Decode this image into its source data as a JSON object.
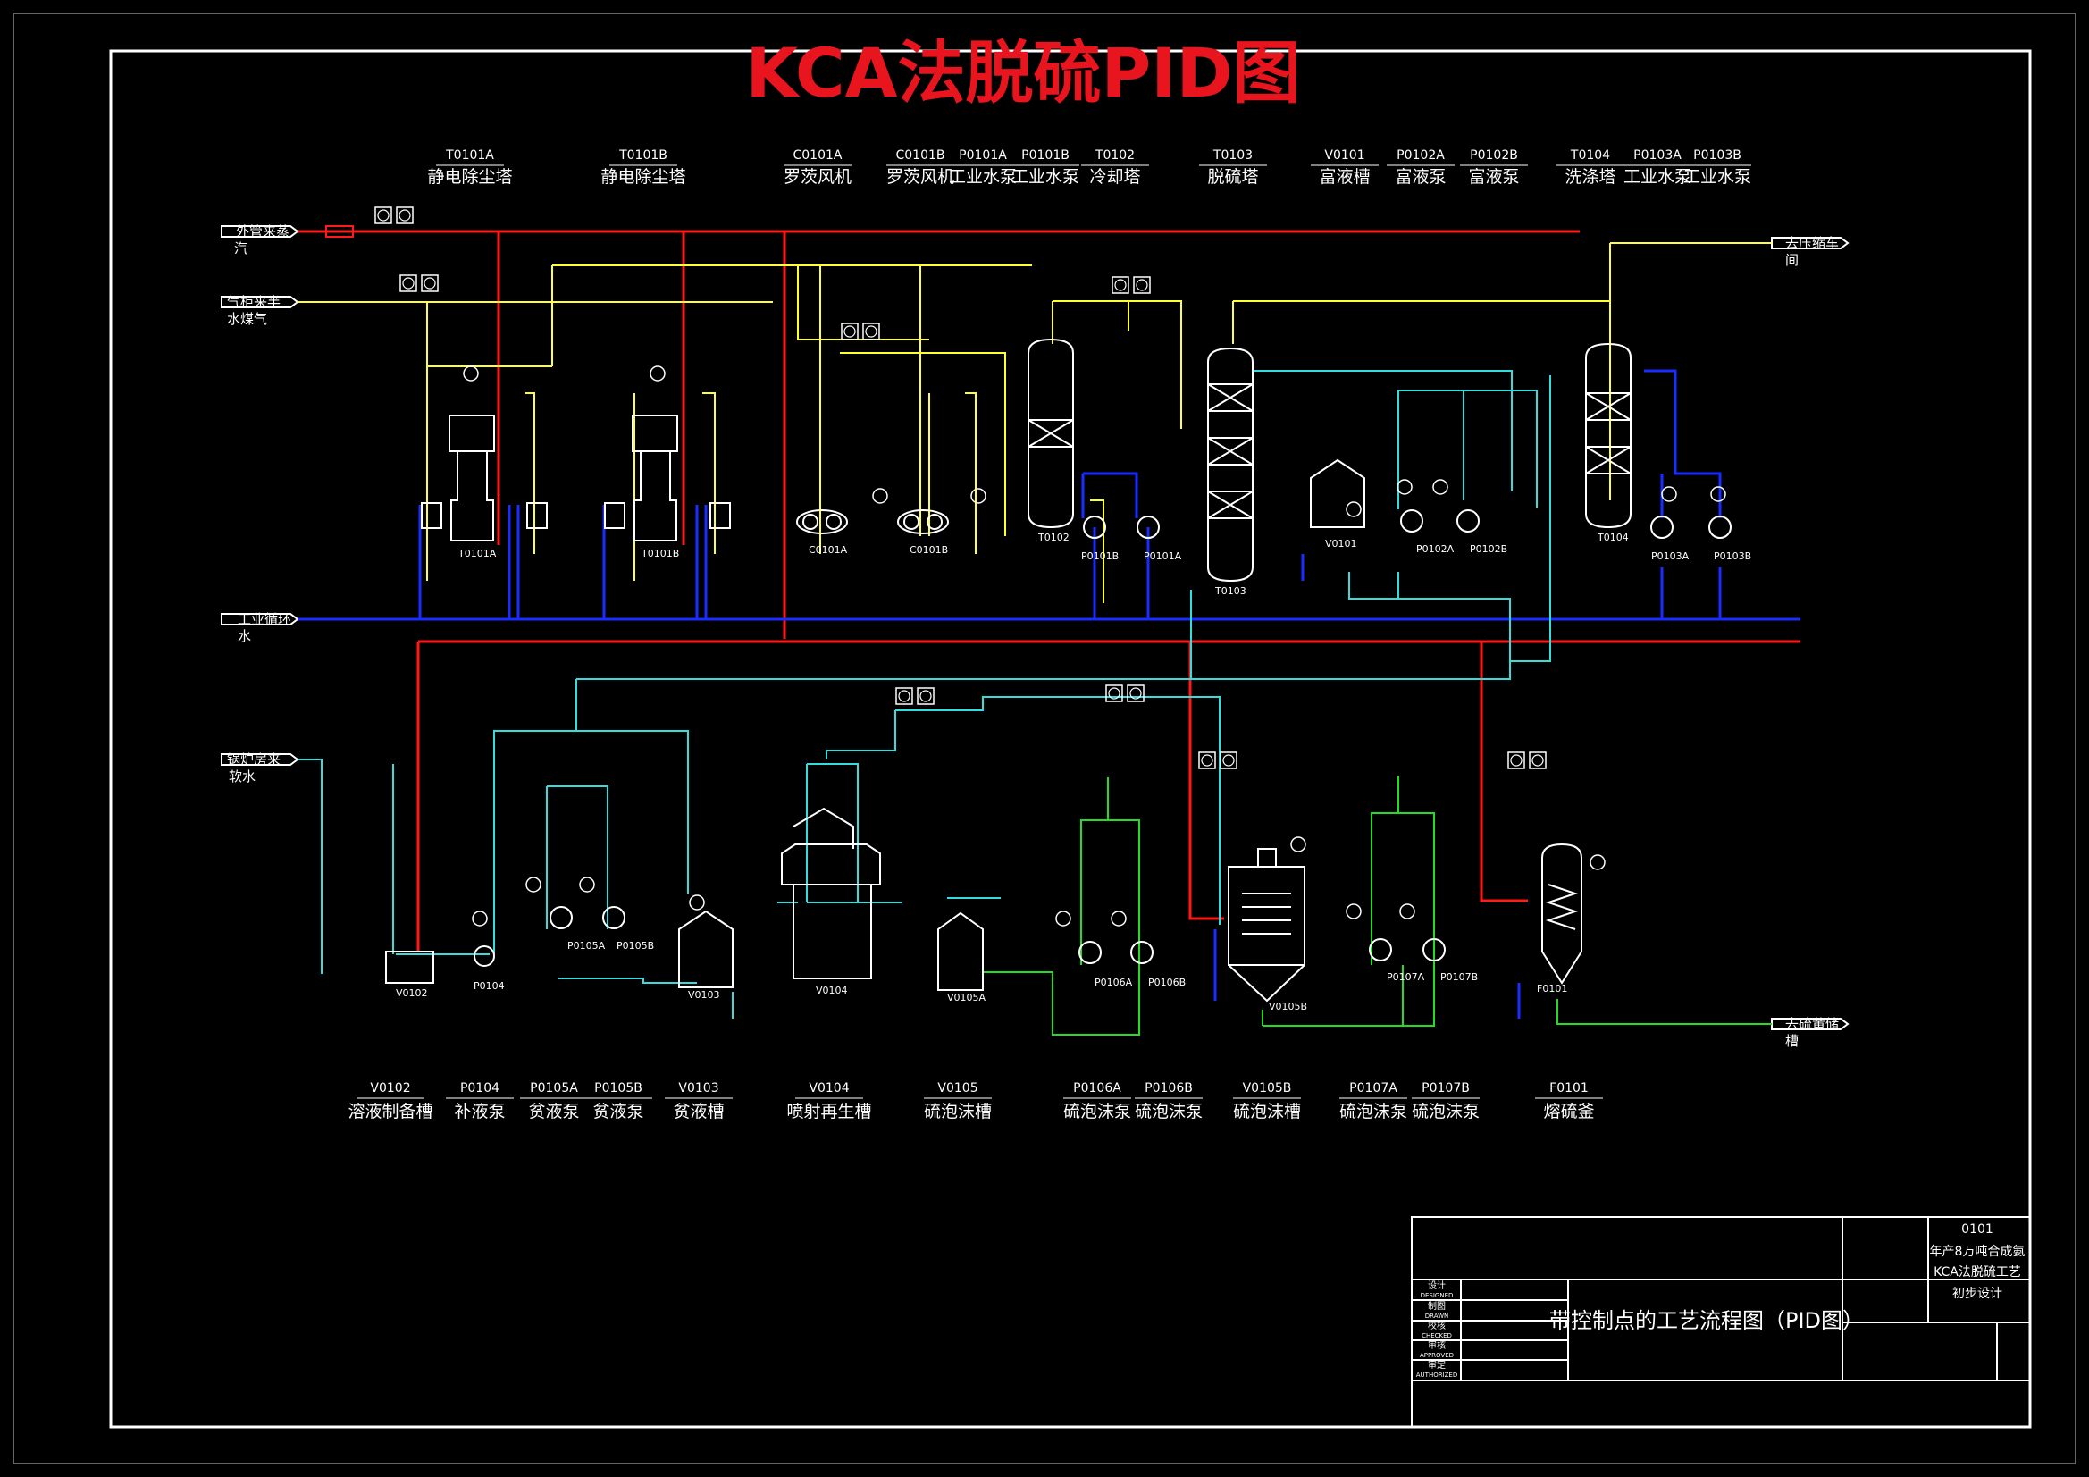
{
  "title": "KCA法脱硫PID图",
  "colors": {
    "background": "#000000",
    "border": "#ffffff",
    "title": "#e8141e",
    "steam": "#ff1a1a",
    "gas": "#ffff33",
    "water": "#1a2cff",
    "solution": "#33dddd",
    "froth": "#22dd22",
    "equipment": "#ffffff"
  },
  "top_equipment": [
    {
      "tag": "T0101A",
      "name": "静电除尘塔"
    },
    {
      "tag": "T0101B",
      "name": "静电除尘塔"
    },
    {
      "tag": "C0101A",
      "name": "罗茨风机"
    },
    {
      "tag": "C0101B",
      "name": "罗茨风机"
    },
    {
      "tag": "P0101A",
      "name": "工业水泵"
    },
    {
      "tag": "P0101B",
      "name": "工业水泵"
    },
    {
      "tag": "T0102",
      "name": "冷却塔"
    },
    {
      "tag": "T0103",
      "name": "脱硫塔"
    },
    {
      "tag": "V0101",
      "name": "富液槽"
    },
    {
      "tag": "P0102A",
      "name": "富液泵"
    },
    {
      "tag": "P0102B",
      "name": "富液泵"
    },
    {
      "tag": "T0104",
      "name": "洗涤塔"
    },
    {
      "tag": "P0103A",
      "name": "工业水泵"
    },
    {
      "tag": "P0103B",
      "name": "工业水泵"
    }
  ],
  "bottom_equipment": [
    {
      "tag": "V0102",
      "name": "溶液制备槽"
    },
    {
      "tag": "P0104",
      "name": "补液泵"
    },
    {
      "tag": "P0105A",
      "name": "贫液泵"
    },
    {
      "tag": "P0105B",
      "name": "贫液泵"
    },
    {
      "tag": "V0103",
      "name": "贫液槽"
    },
    {
      "tag": "V0104",
      "name": "喷射再生槽"
    },
    {
      "tag": "V0105",
      "name": "硫泡沫槽"
    },
    {
      "tag": "P0106A",
      "name": "硫泡沫泵"
    },
    {
      "tag": "P0106B",
      "name": "硫泡沫泵"
    },
    {
      "tag": "V0105B",
      "name": "硫泡沫槽"
    },
    {
      "tag": "P0107A",
      "name": "硫泡沫泵"
    },
    {
      "tag": "P0107B",
      "name": "硫泡沫泵"
    },
    {
      "tag": "F0101",
      "name": "熔硫釜"
    }
  ],
  "streams": {
    "steam_in": [
      "外管来蒸",
      "汽"
    ],
    "gas_in": [
      "气柜来半",
      "水煤气"
    ],
    "cooling_water": [
      "工业循环",
      "水"
    ],
    "soft_water": [
      "锅炉房来",
      "软水"
    ],
    "to_compressor": [
      "去压缩车",
      "间"
    ],
    "to_sulfur_tank": [
      "去硫黄储",
      "槽"
    ]
  },
  "equipment_labels": {
    "t0101a": "T0101A",
    "t0101b": "T0101B",
    "c0101a": "C0101A",
    "c0101b": "C0101B",
    "t0102": "T0102",
    "p0101b": "P0101B",
    "p0101a": "P0101A",
    "t0103": "T0103",
    "v0101": "V0101",
    "p0102a": "P0102A",
    "p0102b": "P0102B",
    "t0104": "T0104",
    "p0103a": "P0103A",
    "p0103b": "P0103B",
    "v0102": "V0102",
    "p0104": "P0104",
    "p0105a": "P0105A",
    "p0105b": "P0105B",
    "v0103": "V0103",
    "v0104": "V0104",
    "v0105a": "V0105A",
    "p0106a": "P0106A",
    "p0106b": "P0106B",
    "v0105b": "V0105B",
    "p0107a": "P0107A",
    "p0107b": "P0107B",
    "f0101": "F0101"
  },
  "title_block": {
    "drawing_no": "0101",
    "project_line1": "年产8万吨合成氨",
    "project_line2": "KCA法脱硫工艺",
    "project_line3": "初步设计",
    "drawing_name": "带控制点的工艺流程图（PID图）",
    "roles": [
      {
        "cn": "设计",
        "en": "DESIGNED"
      },
      {
        "cn": "制图",
        "en": "DRAWN"
      },
      {
        "cn": "校核",
        "en": "CHECKED"
      },
      {
        "cn": "审核",
        "en": "APPROVED"
      },
      {
        "cn": "审定",
        "en": "AUTHORIZED"
      }
    ]
  }
}
